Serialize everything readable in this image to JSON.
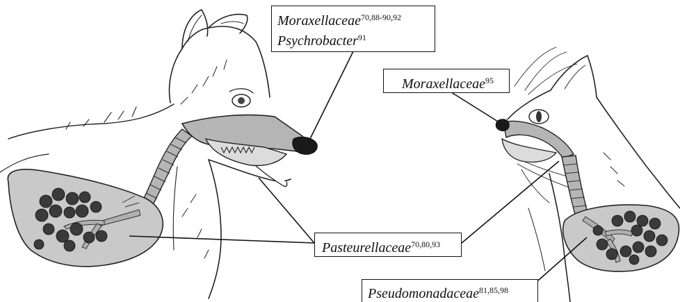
{
  "labels": {
    "dog_upper": {
      "line1": {
        "name": "Moraxellaceae",
        "refs": "70,88-90,92"
      },
      "line2": {
        "name": "Psychrobacter",
        "refs": "91"
      }
    },
    "cat_upper": {
      "name": "Moraxellaceae",
      "refs": "95"
    },
    "center": {
      "name": "Pasteurellaceae",
      "refs": "70,80,93"
    },
    "bottom": {
      "name": "Pseudomonadaceae",
      "refs": "81,85,98"
    }
  },
  "colors": {
    "airway_fill": "#b5b5b5",
    "lung_fill": "#c9c9c9",
    "bacteria_fill": "#3a3a3a",
    "outline": "#222222"
  }
}
